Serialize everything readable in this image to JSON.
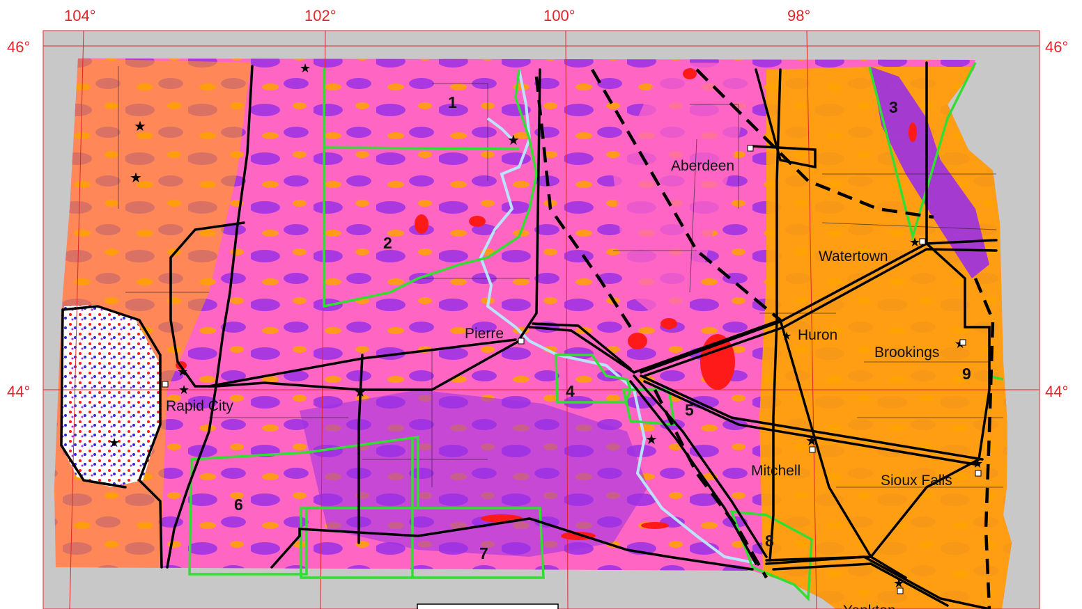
{
  "colors": {
    "background_gray": "#c8c8c8",
    "grid_red": "#e0262b",
    "class_orange": "#ffa300",
    "class_pink": "#ff66c4",
    "class_purple": "#9b30e6",
    "class_tan": "#e7c08a",
    "class_red": "#ff1a1a",
    "river_light_blue": "#b9e3ff",
    "boundary_green": "#33dd33",
    "lines_black": "#000000"
  },
  "graticule": {
    "longitudes": [
      "104°",
      "102°",
      "100°",
      "98°"
    ],
    "latitudes": [
      "46°",
      "44°"
    ]
  },
  "cities": [
    {
      "name": "Aberdeen"
    },
    {
      "name": "Watertown"
    },
    {
      "name": "Pierre"
    },
    {
      "name": "Huron"
    },
    {
      "name": "Brookings"
    },
    {
      "name": "Rapid City"
    },
    {
      "name": "Mitchell"
    },
    {
      "name": "Sioux Falls"
    },
    {
      "name": "Yankton"
    }
  ],
  "regions": [
    "1",
    "2",
    "3",
    "4",
    "5",
    "6",
    "7",
    "8",
    "9"
  ],
  "icons": [
    "star-icon",
    "city-square-icon"
  ]
}
